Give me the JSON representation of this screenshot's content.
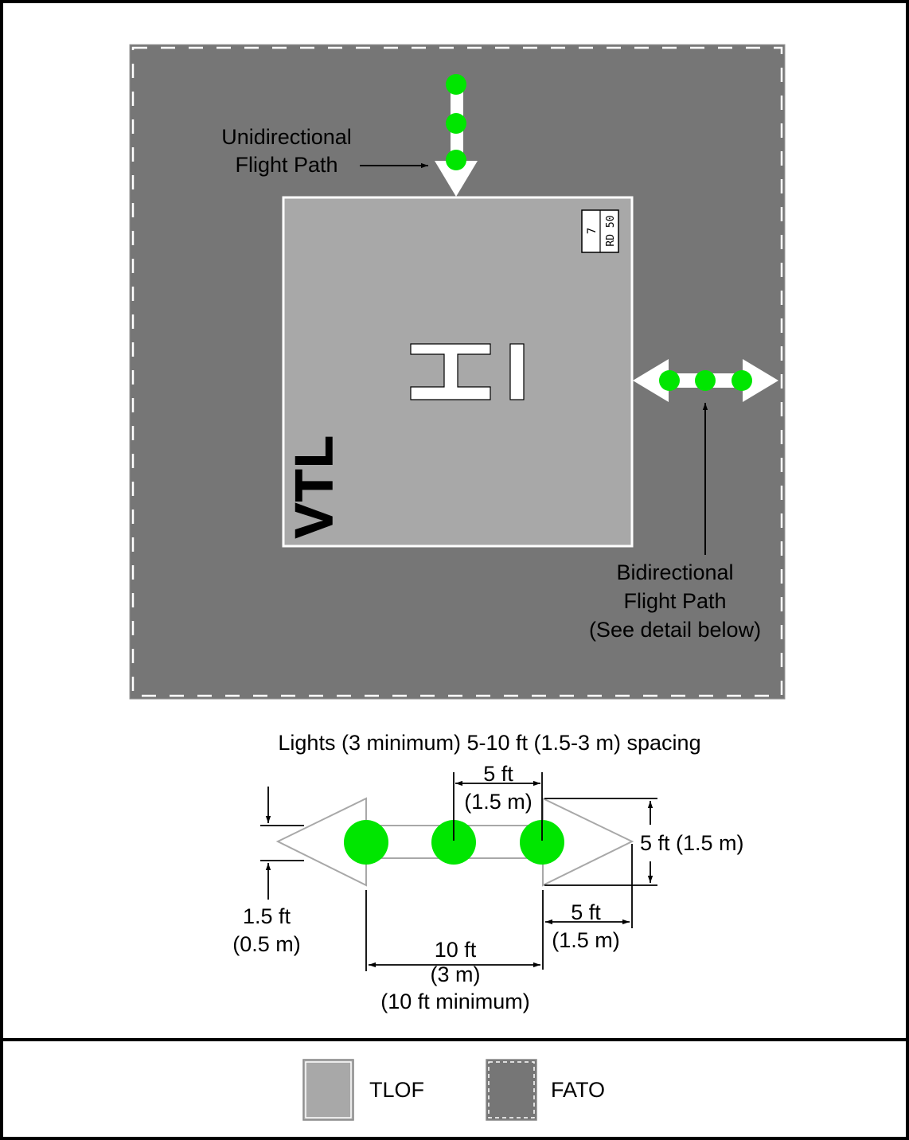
{
  "colors": {
    "fato": "#767676",
    "tlof": "#a8a8a8",
    "light": "#00e600",
    "marking": "#ffffff",
    "detail_arrow_outline": "#a8a8a8"
  },
  "upper": {
    "unidirectional_label": [
      "Unidirectional",
      "Flight Path"
    ],
    "bidirectional_label": [
      "Bidirectional",
      "Flight Path",
      "(See detail below)"
    ],
    "hi_marking": "HI",
    "vtl_marking": "VTL",
    "weight_box": {
      "top": "7",
      "bottom": "RD 50"
    }
  },
  "detail": {
    "title": "Lights (3 minimum) 5-10 ft (1.5-3 m) spacing",
    "light_spacing": [
      "5 ft",
      "(1.5 m)"
    ],
    "arrow_width": "5 ft (1.5 m)",
    "arrowhead_length": [
      "5 ft",
      "(1.5 m)"
    ],
    "stem_offset": [
      "1.5 ft",
      "(0.5 m)"
    ],
    "stem_length": [
      "10 ft",
      "(3 m)",
      "(10 ft minimum)"
    ]
  },
  "legend": {
    "tlof_label": "TLOF",
    "fato_label": "FATO"
  }
}
